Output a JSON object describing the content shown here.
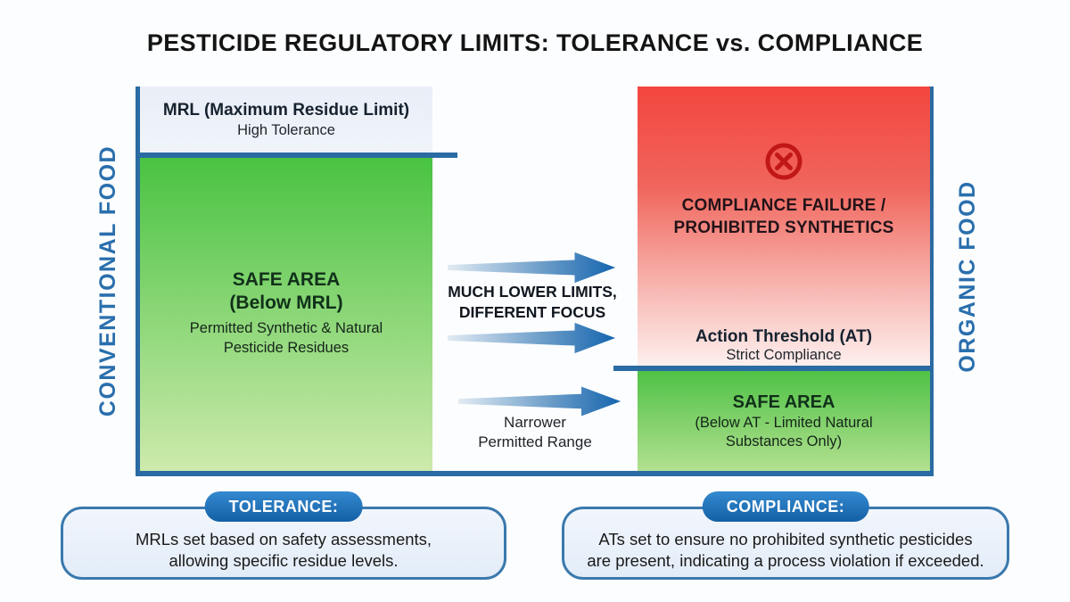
{
  "title": "PESTICIDE REGULATORY LIMITS: TOLERANCE vs. COMPLIANCE",
  "left_axis_label": "CONVENTIONAL FOOD",
  "right_axis_label": "ORGANIC FOOD",
  "conventional": {
    "header_title": "MRL (Maximum Residue Limit)",
    "header_subtitle": "High Tolerance",
    "safe_title": "SAFE AREA",
    "safe_subtitle": "(Below MRL)",
    "safe_desc_line1": "Permitted Synthetic & Natural",
    "safe_desc_line2": "Pesticide Residues"
  },
  "organic": {
    "failure_line1": "COMPLIANCE FAILURE /",
    "failure_line2": "PROHIBITED SYNTHETICS",
    "threshold_title": "Action Threshold (AT)",
    "threshold_subtitle": "Strict Compliance",
    "safe_title": "SAFE AREA",
    "safe_desc_line1": "(Below AT - Limited Natural",
    "safe_desc_line2": "Substances Only)"
  },
  "middle": {
    "limits_line1": "MUCH LOWER LIMITS,",
    "limits_line2": "DIFFERENT FOCUS",
    "range_line1": "Narrower",
    "range_line2": "Permitted Range"
  },
  "callouts": {
    "tolerance": {
      "badge": "TOLERANCE:",
      "line1": "MRLs set based on safety assessments,",
      "line2": "allowing specific residue levels."
    },
    "compliance": {
      "badge": "COMPLIANCE:",
      "line1": "ATs set to ensure no prohibited synthetic pesticides",
      "line2": "are present, indicating a process violation if exceeded."
    }
  },
  "icons": {
    "prohibited": "circle-x-icon",
    "arrows": "right-arrow-icon"
  },
  "colors": {
    "accent_blue_line": "#2a6ba3",
    "side_label_blue": "#2a6fad",
    "badge_blue": "#1260a6",
    "arrow_blue": "#1565ae",
    "green_top": "#49c342",
    "green_bottom": "#cdeaac",
    "red_top": "#f3463e",
    "prohibited_red": "#c11717",
    "header_bg": "#edf1f8",
    "callout_bg": "#e8f0fa",
    "title_text": "#141414"
  }
}
